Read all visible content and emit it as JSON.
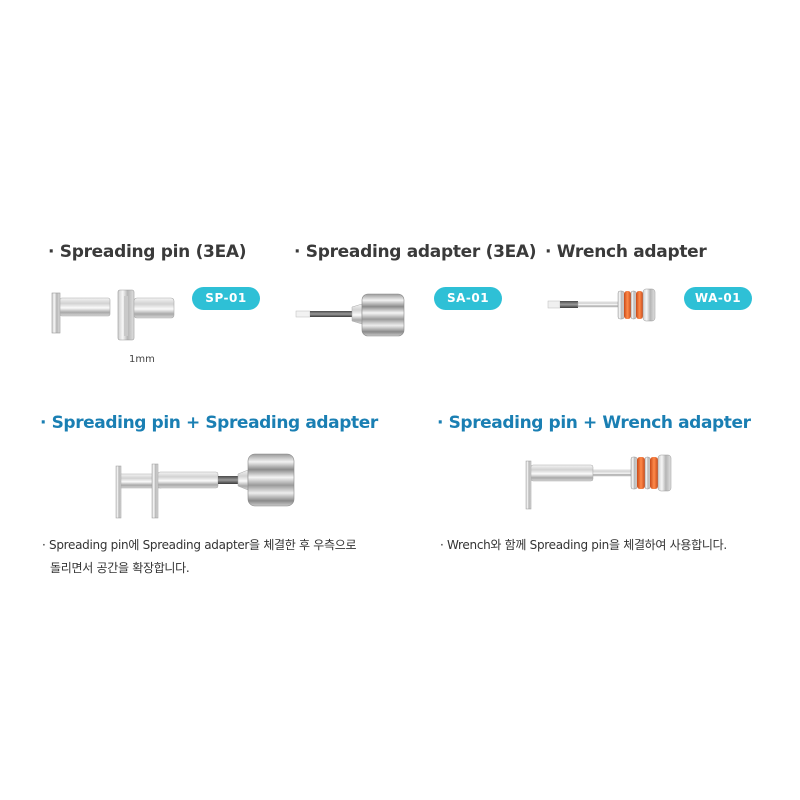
{
  "products": [
    {
      "title": "· Spreading pin (3EA)",
      "code": "SP-01",
      "note": "1mm"
    },
    {
      "title": "· Spreading adapter (3EA)",
      "code": "SA-01"
    },
    {
      "title": "· Wrench adapter",
      "code": "WA-01"
    }
  ],
  "combinations": [
    {
      "title": "· Spreading pin + Spreading adapter",
      "desc_line1": "· Spreading pin에 Spreading adapter을 체결한 후 우측으로",
      "desc_line2": "돌리면서 공간을 확장합니다."
    },
    {
      "title": "· Spreading pin + Wrench adapter",
      "desc_line1": "· Wrench와 함께 Spreading pin을 체결하여 사용합니다."
    }
  ],
  "colors": {
    "badge": "#2ec0d6",
    "combo_title": "#1a7fb3",
    "title": "#3a3a3a",
    "orange_ring": "#e8642a"
  }
}
